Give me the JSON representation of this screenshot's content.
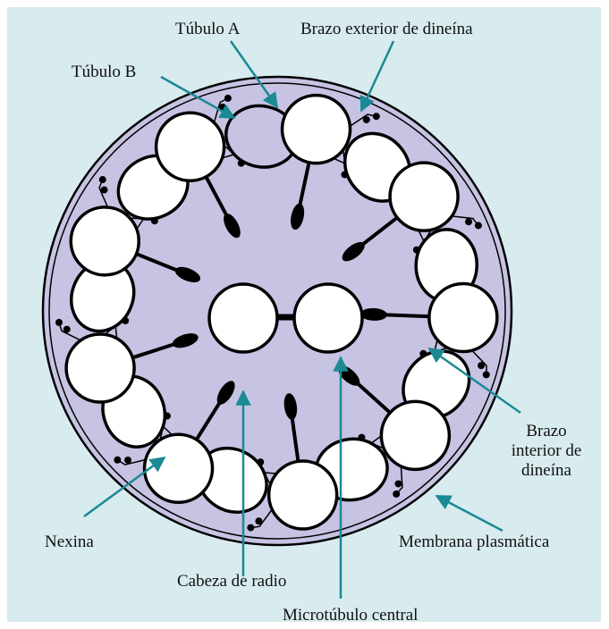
{
  "colors": {
    "frame_background": "#d8ebee",
    "cytoplasm": "#c6c3e3",
    "membrane": "#000000",
    "pointer": "#1a8a94",
    "tubule_fill": "#ffffff",
    "tubule_stroke": "#000000"
  },
  "diagram": {
    "outer_doublet_count": 9,
    "central_microtubule_count": 2,
    "labels": {
      "tubulo_a": "Túbulo A",
      "brazo_exterior": "Brazo exterior de dineína",
      "tubulo_b": "Túbulo B",
      "brazo_interior_1": "Brazo",
      "brazo_interior_2": "interior de",
      "brazo_interior_3": "dineína",
      "nexina": "Nexina",
      "membrana": "Membrana plasmática",
      "cabeza_radio": "Cabeza de radio",
      "microtubulo_central": "Microtúbulo central"
    }
  }
}
